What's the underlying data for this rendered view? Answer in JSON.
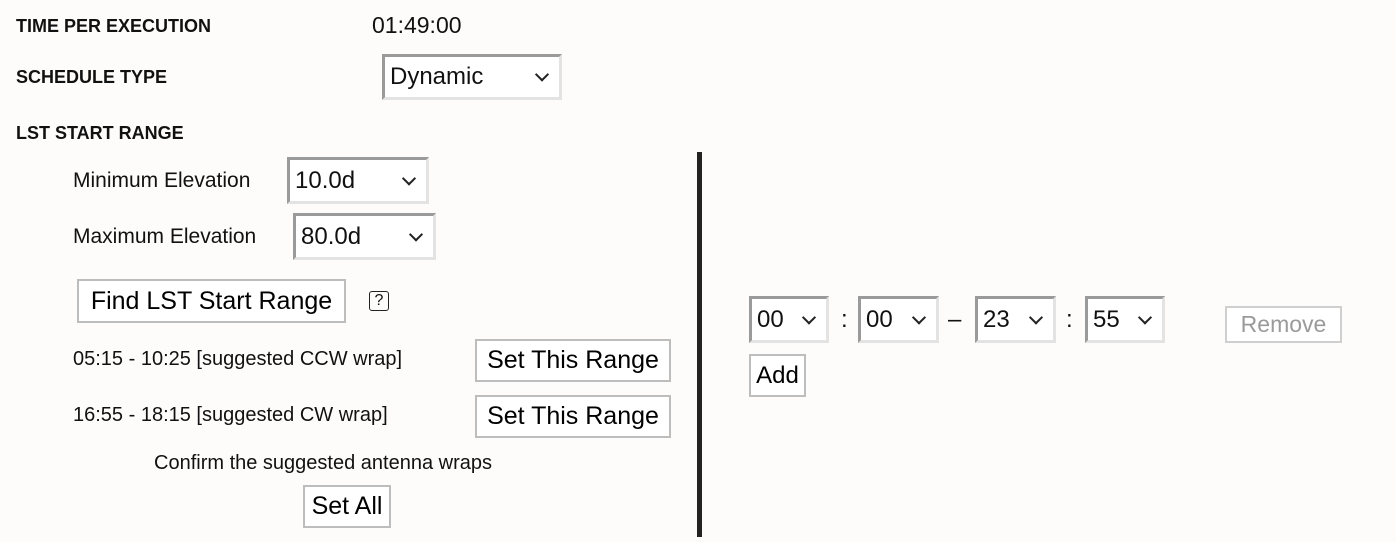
{
  "time_per_execution": {
    "label": "TIME PER EXECUTION",
    "value": "01:49:00"
  },
  "schedule_type": {
    "label": "SCHEDULE TYPE",
    "selected": "Dynamic"
  },
  "lst_start_range": {
    "label": "LST START RANGE",
    "min_elevation": {
      "label": "Minimum Elevation",
      "selected": "10.0d"
    },
    "max_elevation": {
      "label": "Maximum Elevation",
      "selected": "80.0d"
    },
    "find_button": "Find LST Start Range",
    "help_icon": "?",
    "suggestions": [
      {
        "text": "05:15 - 10:25 [suggested CCW wrap]",
        "button": "Set This Range"
      },
      {
        "text": "16:55 - 18:15 [suggested CW wrap]",
        "button": "Set This Range"
      }
    ],
    "confirm_text": "Confirm the suggested antenna wraps",
    "set_all_button": "Set All"
  },
  "range_editor": {
    "start_hour": "00",
    "start_minute": "00",
    "end_hour": "23",
    "end_minute": "55",
    "colon": ":",
    "dash": "–",
    "remove_button": "Remove",
    "add_button": "Add"
  }
}
